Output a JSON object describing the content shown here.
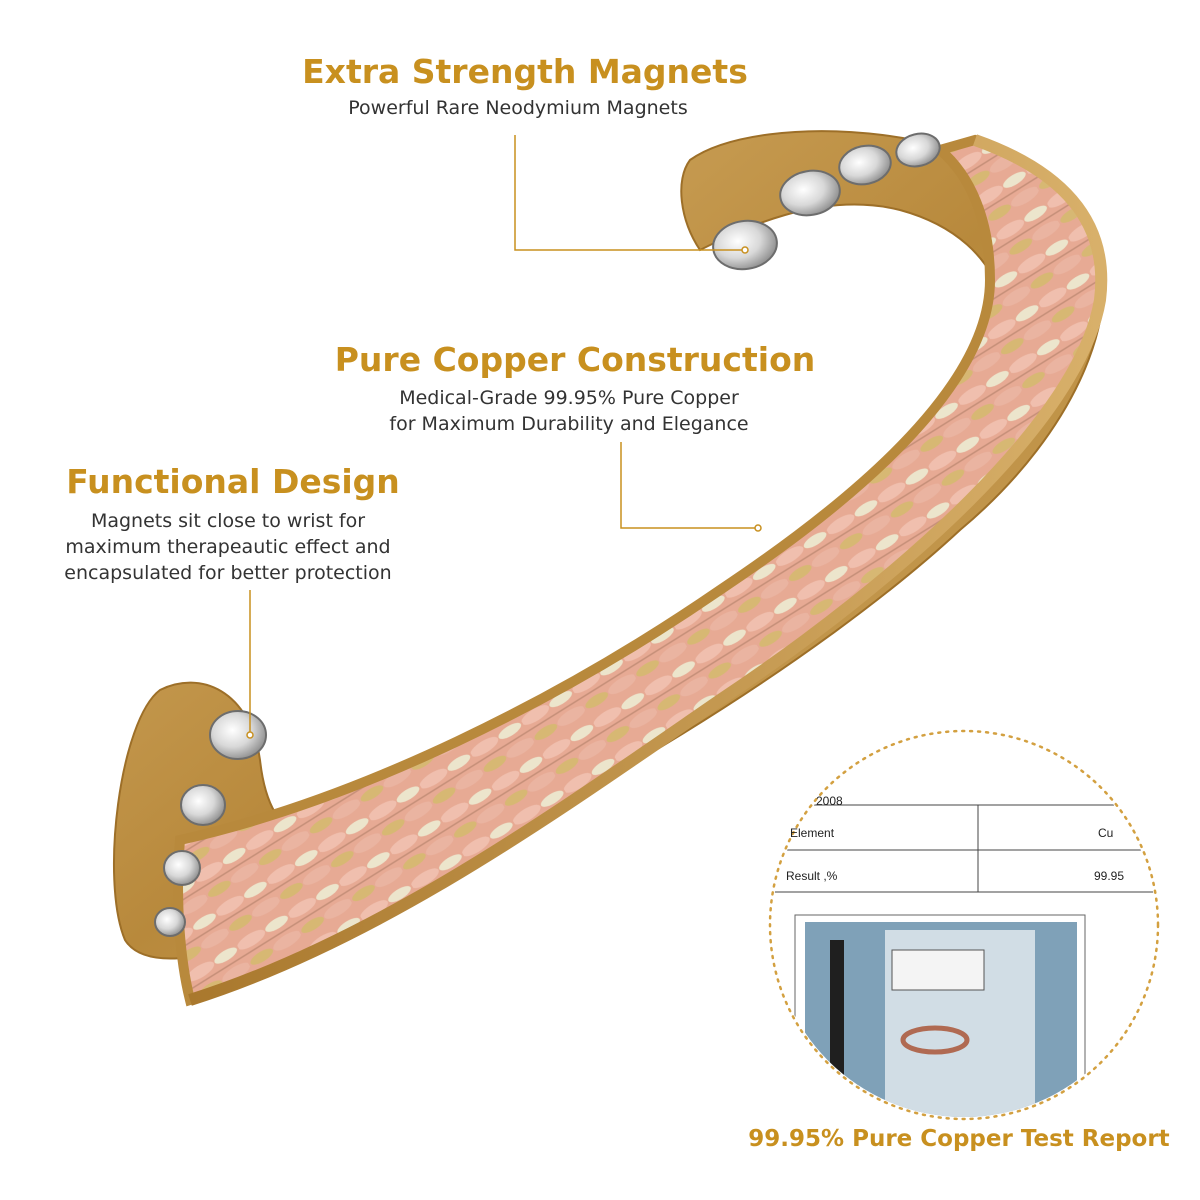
{
  "features": [
    {
      "title": "Extra Strength Magnets",
      "subtitle": "Powerful Rare Neodymium Magnets"
    },
    {
      "title": "Pure Copper Construction",
      "subtitle_lines": [
        "Medical-Grade 99.95% Pure Copper",
        "for Maximum Durability and Elegance"
      ]
    },
    {
      "title": "Functional Design",
      "subtitle_lines": [
        "Magnets sit close to wrist for",
        "maximum therapeautic effect and",
        "encapsulated for better protection"
      ]
    }
  ],
  "report": {
    "caption": "99.95% Pure Copper Test Report",
    "year_fragment": "2008",
    "element_label": "Element",
    "element_value": "Cu",
    "result_label": "Result ,%",
    "result_value": "99.95"
  },
  "colors": {
    "accent_gold": "#c8901f",
    "bracelet_gold": "#c9a45c",
    "copper_pink": "#e2a28e",
    "silver": "#d9d4c4",
    "text_dark": "#333333"
  }
}
